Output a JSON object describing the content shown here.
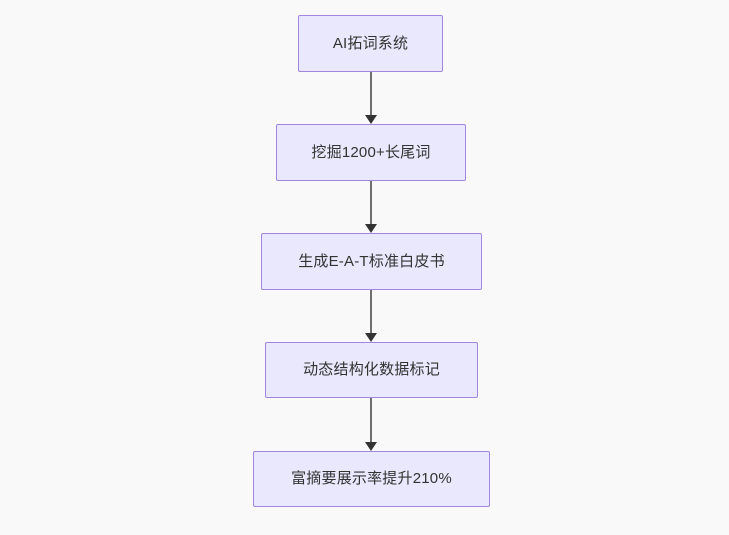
{
  "diagram": {
    "type": "flowchart",
    "orientation": "top-to-bottom",
    "background_color": "#f9f9f9",
    "node_fill_color": "#e9e8fc",
    "node_border_color": "#a186e0",
    "node_text_color": "#333333",
    "connector_line_color": "#6f6f6f",
    "connector_arrow_color": "#333333",
    "nodes": [
      {
        "id": "node-1",
        "label": "AI拓词系统"
      },
      {
        "id": "node-2",
        "label": "挖掘1200+长尾词"
      },
      {
        "id": "node-3",
        "label": "生成E-A-T标准白皮书"
      },
      {
        "id": "node-4",
        "label": "动态结构化数据标记"
      },
      {
        "id": "node-5",
        "label": "富摘要展示率提升210%"
      }
    ],
    "edges": [
      {
        "id": "edge-1",
        "from": "node-1",
        "to": "node-2",
        "label": ""
      },
      {
        "id": "edge-2",
        "from": "node-2",
        "to": "node-3",
        "label": ""
      },
      {
        "id": "edge-3",
        "from": "node-3",
        "to": "node-4",
        "label": ""
      },
      {
        "id": "edge-4",
        "from": "node-4",
        "to": "node-5",
        "label": ""
      }
    ]
  }
}
